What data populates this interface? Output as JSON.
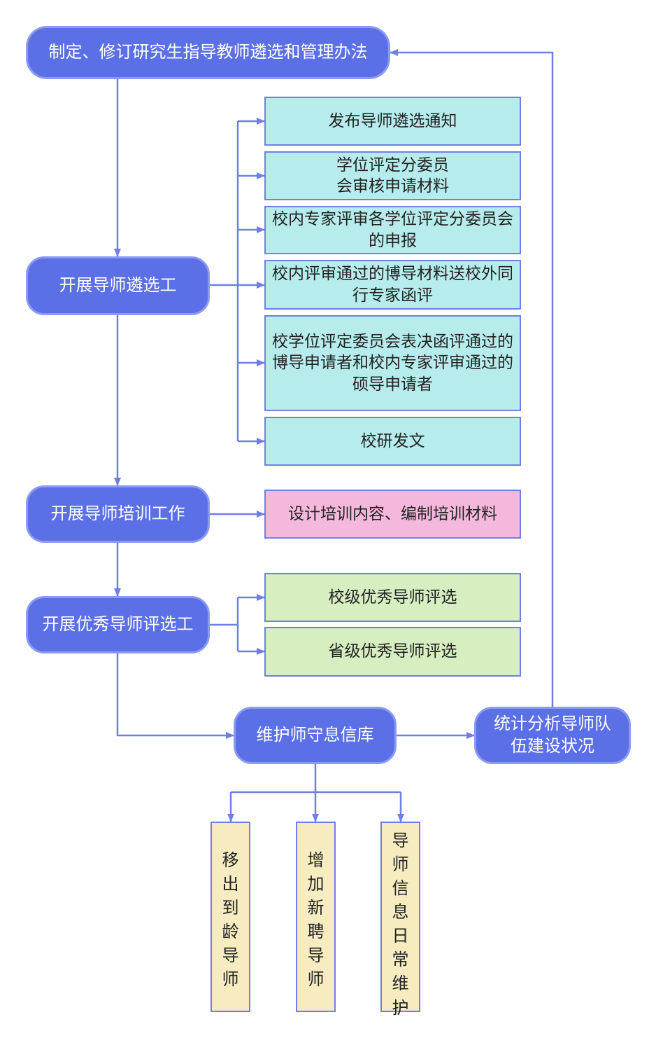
{
  "colors": {
    "process_fill": "#5b6fe6",
    "process_border": "#8b9af5",
    "connector": "#6f7fe6",
    "step_fill_cyan": "#b7ecec",
    "step_fill_pink": "#f5b8dd",
    "step_fill_green": "#d6eec0",
    "step_fill_yellow": "#f6ecc0"
  },
  "process": {
    "policy": "制定、修订研究生指导教师遴选和管理办法",
    "selection": "开展导师遴选工",
    "training": "开展导师培训工作",
    "excellence": "开展优秀导师评选工",
    "database": "维护师守息信库",
    "stats": "统计分析导师队伍建设状况"
  },
  "selection_steps": [
    "发布导师遴选通知",
    "学位评定分委员会审核申请材料",
    "校内专家评审各学位评定分委员会的申报",
    "校内评审通过的博导材料送校外同行专家函评",
    "校学位评定委员会表决函评通过的博导申请者和校内专家评审通过的硕导申请者",
    "校研发文"
  ],
  "training_steps": [
    "设计培训内容、编制培训材料"
  ],
  "excellence_steps": [
    "校级优秀导师评选",
    "省级优秀导师评选"
  ],
  "database_steps": [
    "移出到龄导师",
    "增加新聘导师",
    "导师信息日常维护"
  ]
}
